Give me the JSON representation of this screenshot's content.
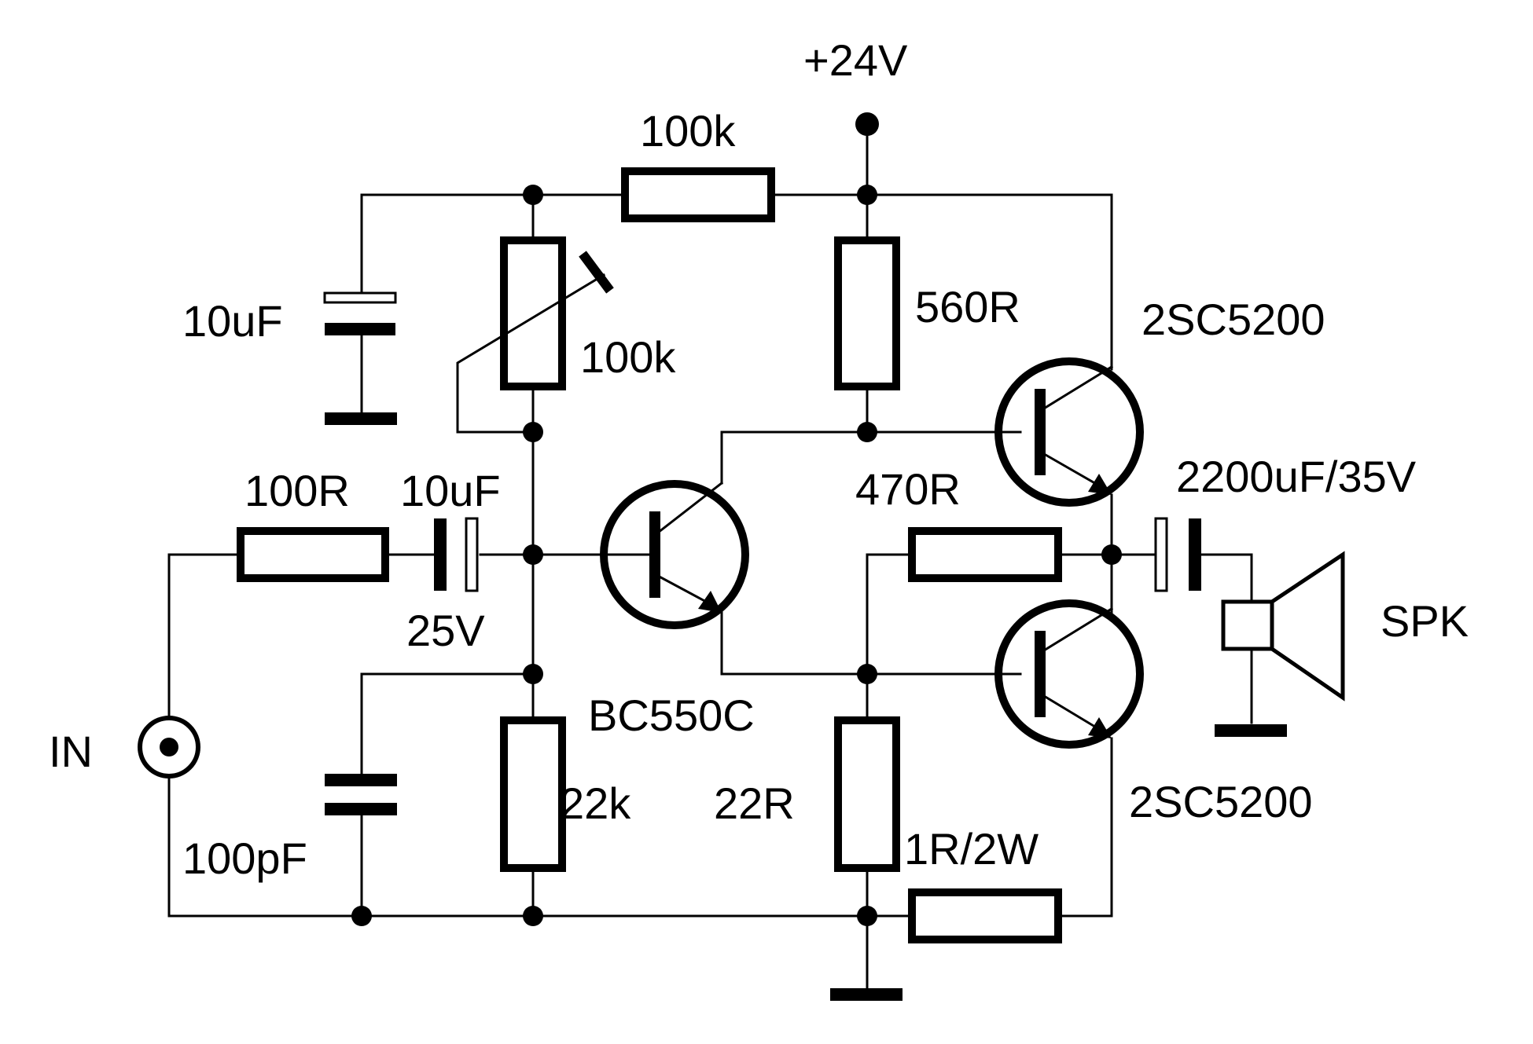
{
  "labels": {
    "supply": "+24V",
    "r_feedback_top": "100k",
    "c_bootstrap": "10uF",
    "trimmer": "100k",
    "r_collector": "560R",
    "q_upper": "2SC5200",
    "r_input": "100R",
    "c_input": "10uF",
    "c_input_voltage": "25V",
    "r_470": "470R",
    "c_output": "2200uF/35V",
    "speaker": "SPK",
    "q_driver": "BC550C",
    "input": "IN",
    "r_bias_bottom": "22k",
    "r_emitter": "22R",
    "c_100p": "100pF",
    "q_lower": "2SC5200",
    "r_emitter_out": "1R/2W"
  }
}
